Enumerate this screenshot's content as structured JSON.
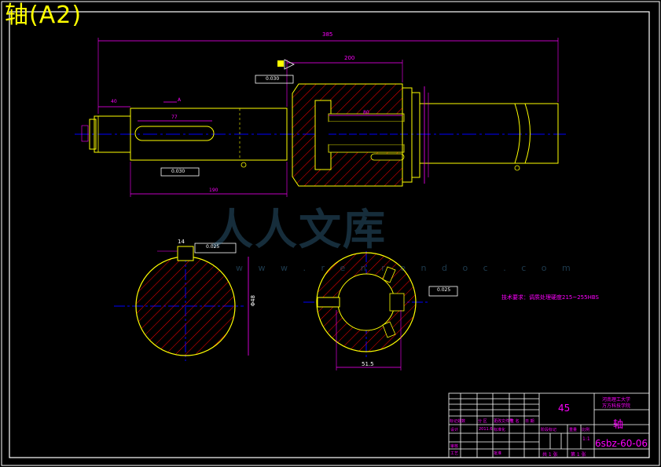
{
  "sheet": {
    "title": "轴(A2)",
    "tech_note": "技术要求：调质处理硬度215~255HBS",
    "watermark_text": "人人文库",
    "watermark_url": "w w w . r e n r e n d o c . c o m"
  },
  "dimensions": {
    "overall_length": "385",
    "key_section_length": "200",
    "left_shoulder": "40",
    "keyway_left": "77",
    "keyway_right": "80",
    "lower_length": "190",
    "section_a_label": "A",
    "section_key_width": "14",
    "section_diameter": "Φ48",
    "section_key_depth": "51.5",
    "tol_left": "0.030",
    "tol_right": "0.030",
    "tol_keyway": "0.025",
    "tol_section": "0.025"
  },
  "colors": {
    "outline": "#ffff00",
    "dimension": "#ff00ff",
    "centerline": "#0000ff",
    "hatch": "#ff0000",
    "frame": "#ffffff"
  },
  "title_block": {
    "material": "45",
    "university": "河南理工大学",
    "department": "万方科技学院",
    "part_name": "轴",
    "drawing_no": "6sbz-60-06",
    "scale": "1:1",
    "sheet_info": "共 1 张",
    "sheet_no": "第 1 张",
    "row_labels": [
      "标记处数",
      "设计",
      "审核",
      "工艺"
    ],
    "col_labels": [
      "分 区",
      "更改文件号",
      "签 名",
      "日 期"
    ],
    "std_label": "标准化",
    "approve_label": "批准",
    "stage_label": "阶段标记",
    "weight_label": "重量",
    "scale_label": "比例",
    "date_val": "2011.6"
  }
}
